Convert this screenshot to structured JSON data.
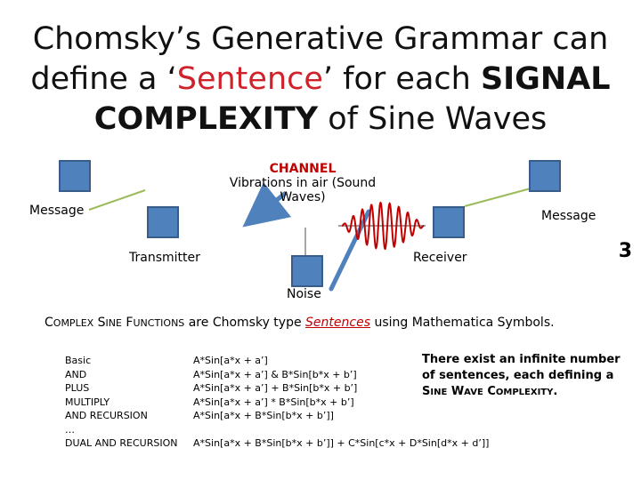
{
  "title": {
    "line1": "Chomsky’s Generative Grammar can",
    "line2_pre": "define a ‘",
    "line2_red": "Sentence",
    "line2_post": "’ for each ",
    "line2_bold": "SIGNAL",
    "line3_bold": "COMPLEXITY",
    "line3_post": " of Sine Waves"
  },
  "diagram": {
    "channel_title": "CHANNEL",
    "channel_desc_1": "Vibrations in air (Sound",
    "channel_desc_2": "Waves)",
    "message_left": "Message",
    "message_right": "Message",
    "transmitter": "Transmitter",
    "receiver": "Receiver",
    "noise": "Noise"
  },
  "description": {
    "c1": "C",
    "c1_small": "OMPLEX",
    "s1": " S",
    "s1_small": "INE",
    "f1": " F",
    "f1_small": "UNCTIONS",
    "mid": " are Chomsky type ",
    "em": "Sentences",
    "end": " using Mathematica Symbols."
  },
  "rows": [
    {
      "label": "Basic",
      "expr": "A*Sin[a*x + a’]"
    },
    {
      "label": "AND",
      "expr": "A*Sin[a*x + a’] & B*Sin[b*x + b’]"
    },
    {
      "label": "PLUS",
      "expr": "A*Sin[a*x + a’] + B*Sin[b*x + b’]"
    },
    {
      "label": "MULTIPLY",
      "expr": "A*Sin[a*x + a’] * B*Sin[b*x + b’]"
    },
    {
      "label": "AND RECURSION",
      "expr": "A*Sin[a*x + B*Sin[b*x + b’]]"
    },
    {
      "label": "…",
      "expr": ""
    },
    {
      "label": "DUAL AND RECURSION",
      "expr": "A*Sin[a*x + B*Sin[b*x + b’]] + C*Sin[c*x + D*Sin[d*x + d’]]"
    }
  ],
  "note": {
    "line1": "There exist an infinite number",
    "line2": "of sentences, each defining a",
    "s": "S",
    "s_small": "INE",
    "w": " W",
    "w_small": "AVE",
    "c": " C",
    "c_small": "OMPLEXITY",
    "dot": "."
  },
  "page_number": "3",
  "colors": {
    "box_fill": "#4f81bd",
    "box_border": "#385d8a",
    "green_line": "#9bbb59",
    "arrow": "#4f81bd",
    "wave": "#c00000",
    "accent_red": "#d0222a"
  },
  "icons": [
    "sound-wave-icon",
    "arrow-icon"
  ]
}
